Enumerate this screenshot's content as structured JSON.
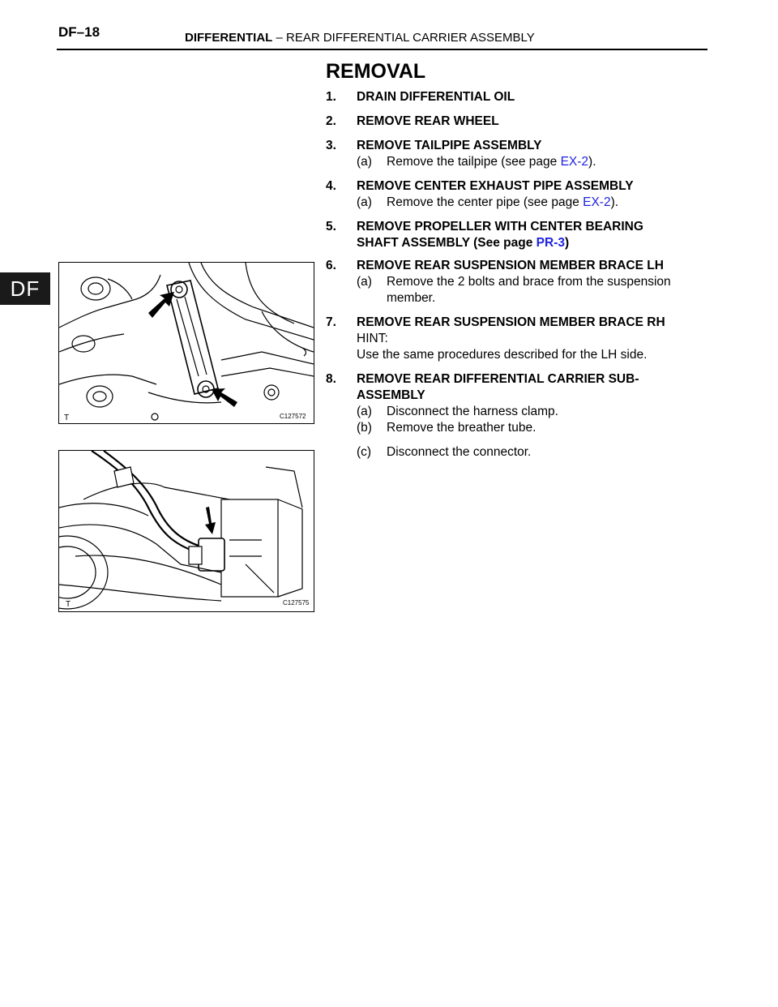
{
  "header": {
    "page_number": "DF–18",
    "title_bold": "DIFFERENTIAL",
    "title_rest": " –  REAR DIFFERENTIAL CARRIER ASSEMBLY",
    "side_tab": "DF"
  },
  "section_title": "REMOVAL",
  "steps": [
    {
      "num": "1.",
      "text": "DRAIN DIFFERENTIAL OIL"
    },
    {
      "num": "2.",
      "text": "REMOVE REAR WHEEL"
    },
    {
      "num": "3.",
      "text": "REMOVE TAILPIPE ASSEMBLY",
      "sub": {
        "label": "(a)",
        "text": "Remove the tailpipe (see page ",
        "link": "EX-2",
        "after": ")."
      }
    },
    {
      "num": "4.",
      "text": "REMOVE CENTER EXHAUST PIPE ASSEMBLY",
      "sub": {
        "label": "(a)",
        "text": "Remove the center pipe (see page ",
        "link": "EX-2",
        "after": ")."
      }
    },
    {
      "num": "5.",
      "text_line1": "REMOVE PROPELLER WITH CENTER BEARING",
      "text_line2": "SHAFT ASSEMBLY (See page ",
      "link": "PR-3",
      "after": ")"
    },
    {
      "num": "6.",
      "text": "REMOVE REAR SUSPENSION MEMBER BRACE LH",
      "sub": {
        "label": "(a)",
        "text": "Remove the 2 bolts and brace from the suspension",
        "text_cont": "member."
      }
    },
    {
      "num": "7.",
      "text": "REMOVE REAR SUSPENSION MEMBER BRACE RH",
      "hint_label": "HINT:",
      "hint_text": "Use the same procedures described for the LH side."
    },
    {
      "num": "8.",
      "text_line1": "REMOVE REAR DIFFERENTIAL CARRIER SUB-",
      "text_line2": "ASSEMBLY",
      "subs": [
        {
          "label": "(a)",
          "text": "Disconnect the harness clamp."
        },
        {
          "label": "(b)",
          "text": "Remove the breather tube."
        },
        {
          "label": "(c)",
          "text": "Disconnect the connector."
        }
      ]
    }
  ],
  "figures": [
    {
      "code": "C127572",
      "corner_mark": "T"
    },
    {
      "code": "C127575",
      "corner_mark": "T"
    }
  ]
}
